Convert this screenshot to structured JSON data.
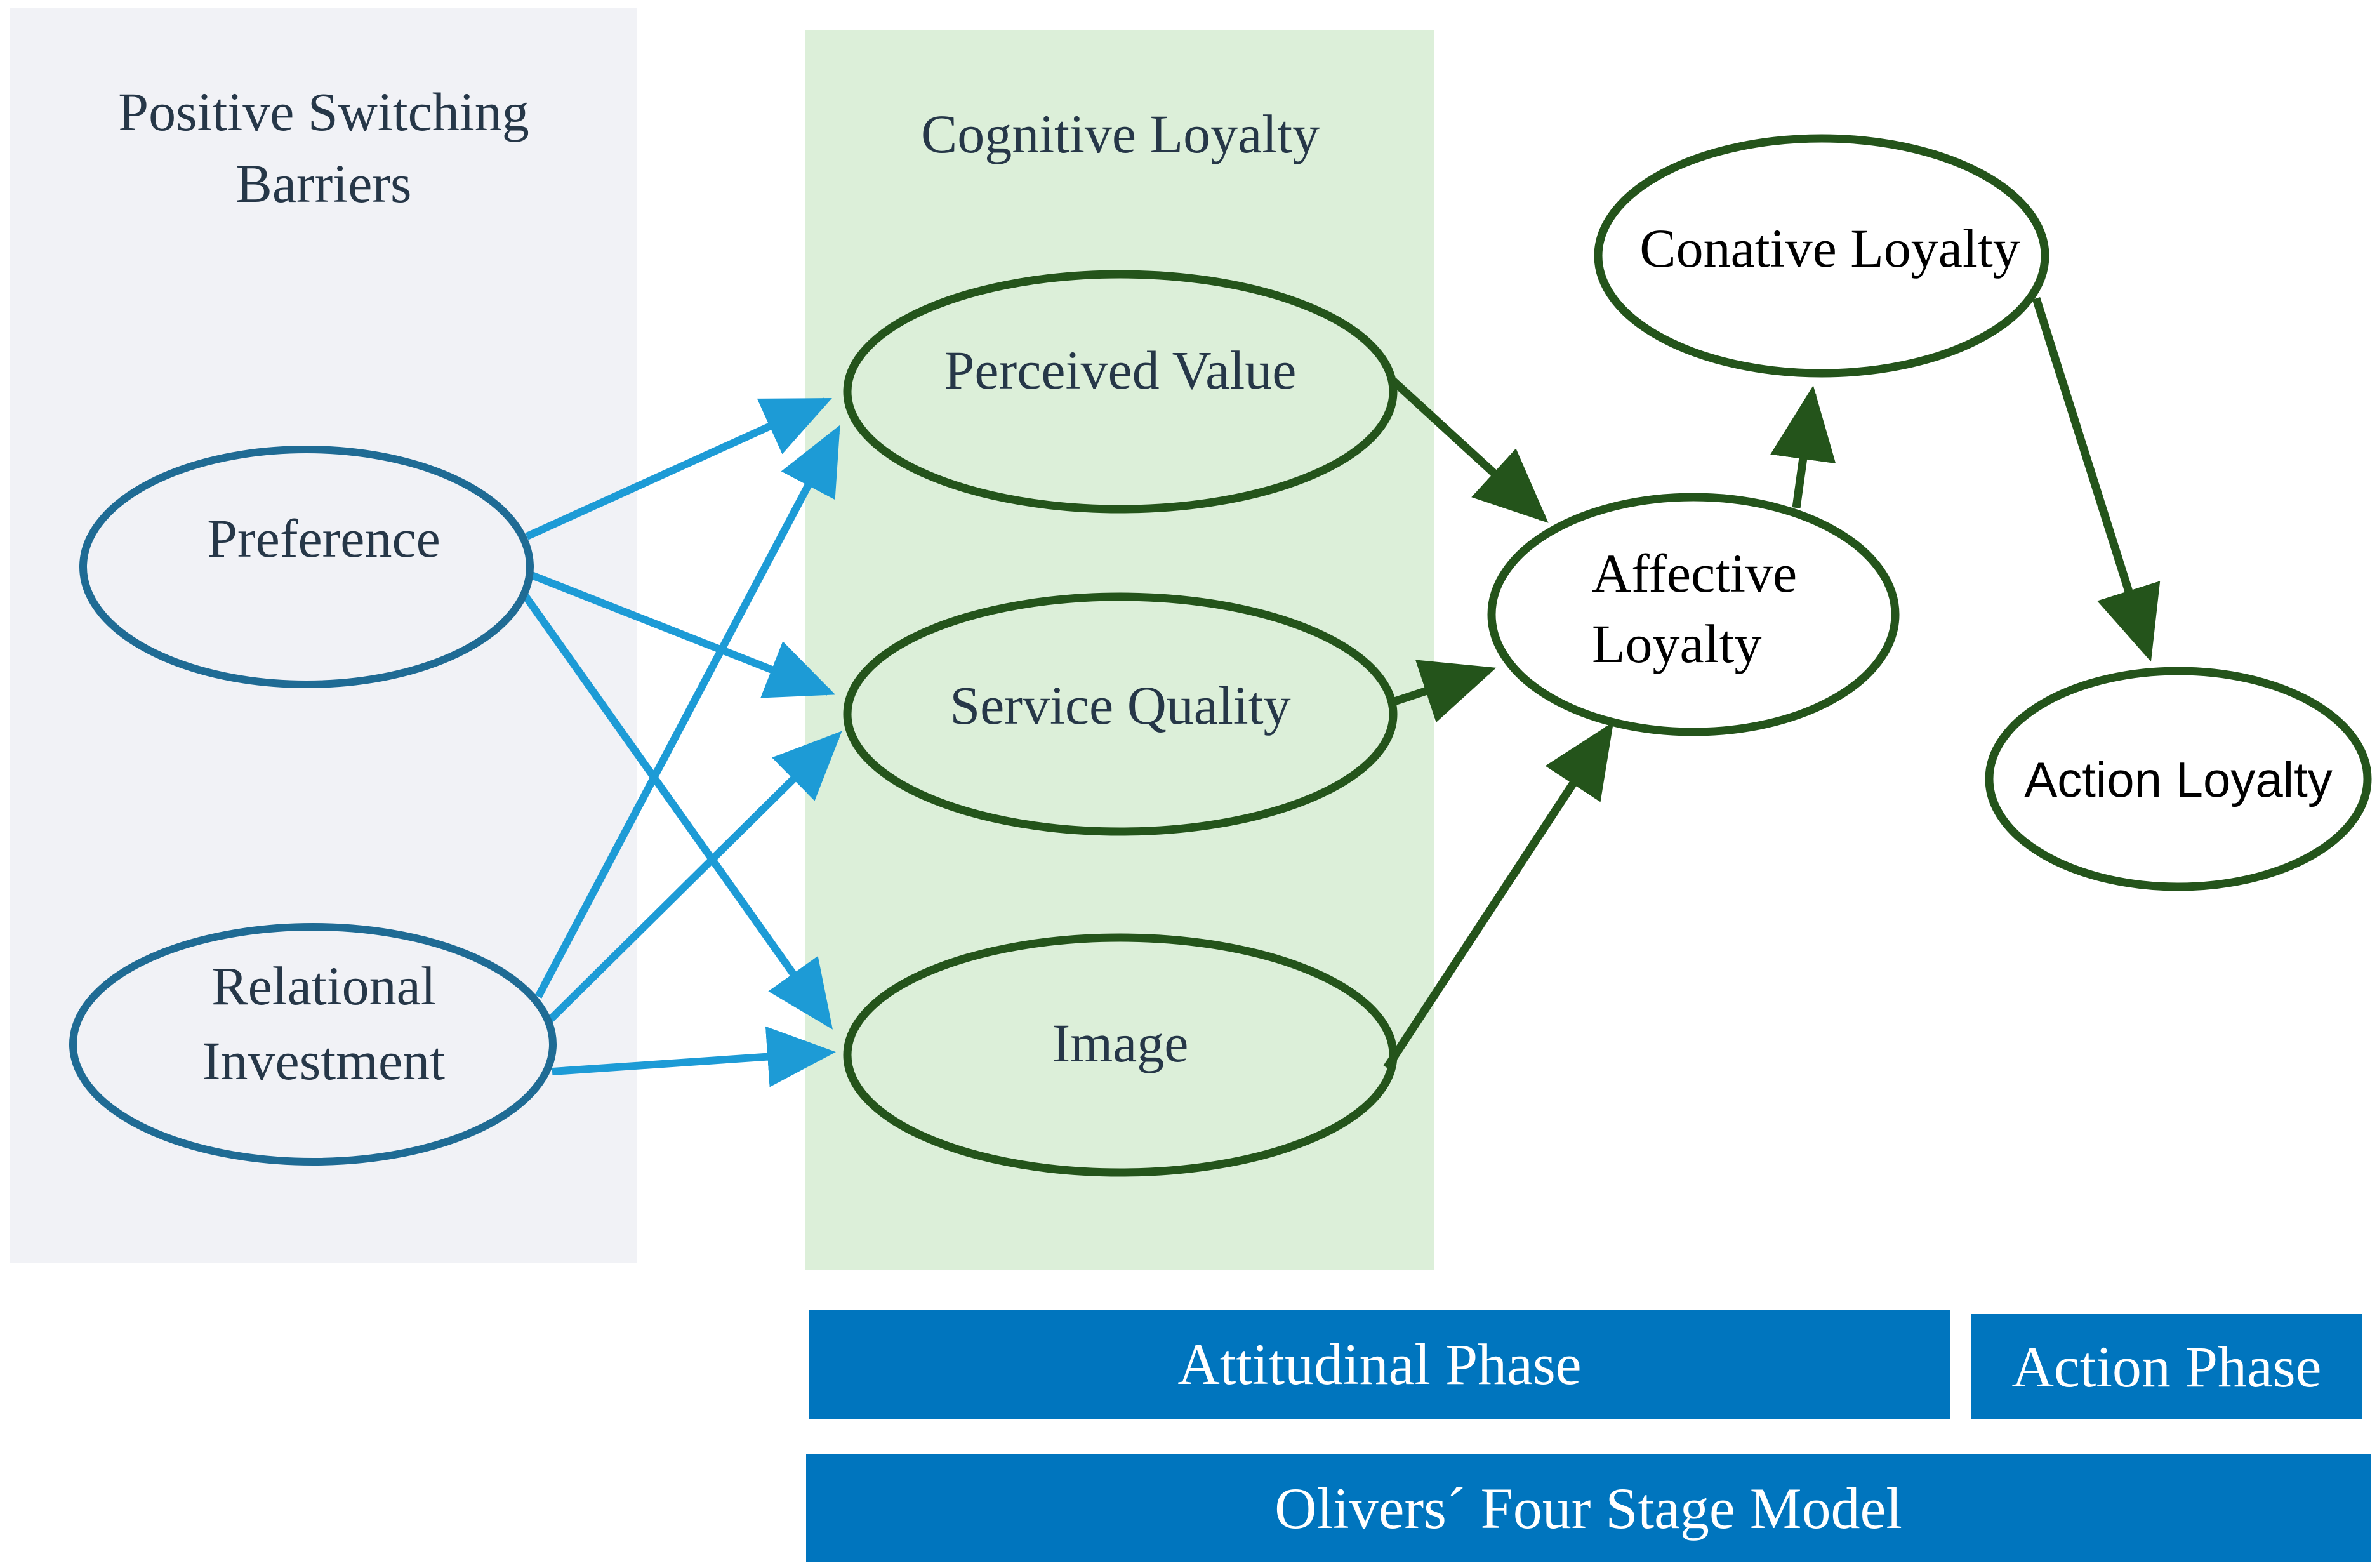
{
  "colors": {
    "left_panel_bg": "#f1f2f6",
    "mid_panel_bg": "#dcefd9",
    "blue_node": "#1f6b94",
    "blue_arrow": "#1d9bd6",
    "green": "#24541b",
    "bar_bg": "#0075be",
    "text_dark": "#263748",
    "text_black": "#000000"
  },
  "panels": {
    "left_title_line1": "Positive Switching",
    "left_title_line2": "Barriers",
    "mid_title": "Cognitive Loyalty"
  },
  "nodes": {
    "preference": "Preference",
    "relational_line1": "Relational",
    "relational_line2": "Investment",
    "perceived_value": "Perceived Value",
    "service_quality": "Service Quality",
    "image": "Image",
    "affective_line1": "Affective",
    "affective_line2": "Loyalty",
    "conative": "Conative Loyalty",
    "action": "Action Loyalty"
  },
  "bars": {
    "attitudinal": "Attitudinal Phase",
    "action": "Action Phase",
    "model": "Olivers´ Four Stage Model"
  },
  "edges": [
    {
      "from": "preference",
      "to": "perceived_value"
    },
    {
      "from": "preference",
      "to": "service_quality"
    },
    {
      "from": "preference",
      "to": "image"
    },
    {
      "from": "relational_investment",
      "to": "perceived_value"
    },
    {
      "from": "relational_investment",
      "to": "service_quality"
    },
    {
      "from": "relational_investment",
      "to": "image"
    },
    {
      "from": "perceived_value",
      "to": "affective_loyalty"
    },
    {
      "from": "service_quality",
      "to": "affective_loyalty"
    },
    {
      "from": "image",
      "to": "affective_loyalty"
    },
    {
      "from": "affective_loyalty",
      "to": "conative_loyalty"
    },
    {
      "from": "conative_loyalty",
      "to": "action_loyalty"
    }
  ]
}
